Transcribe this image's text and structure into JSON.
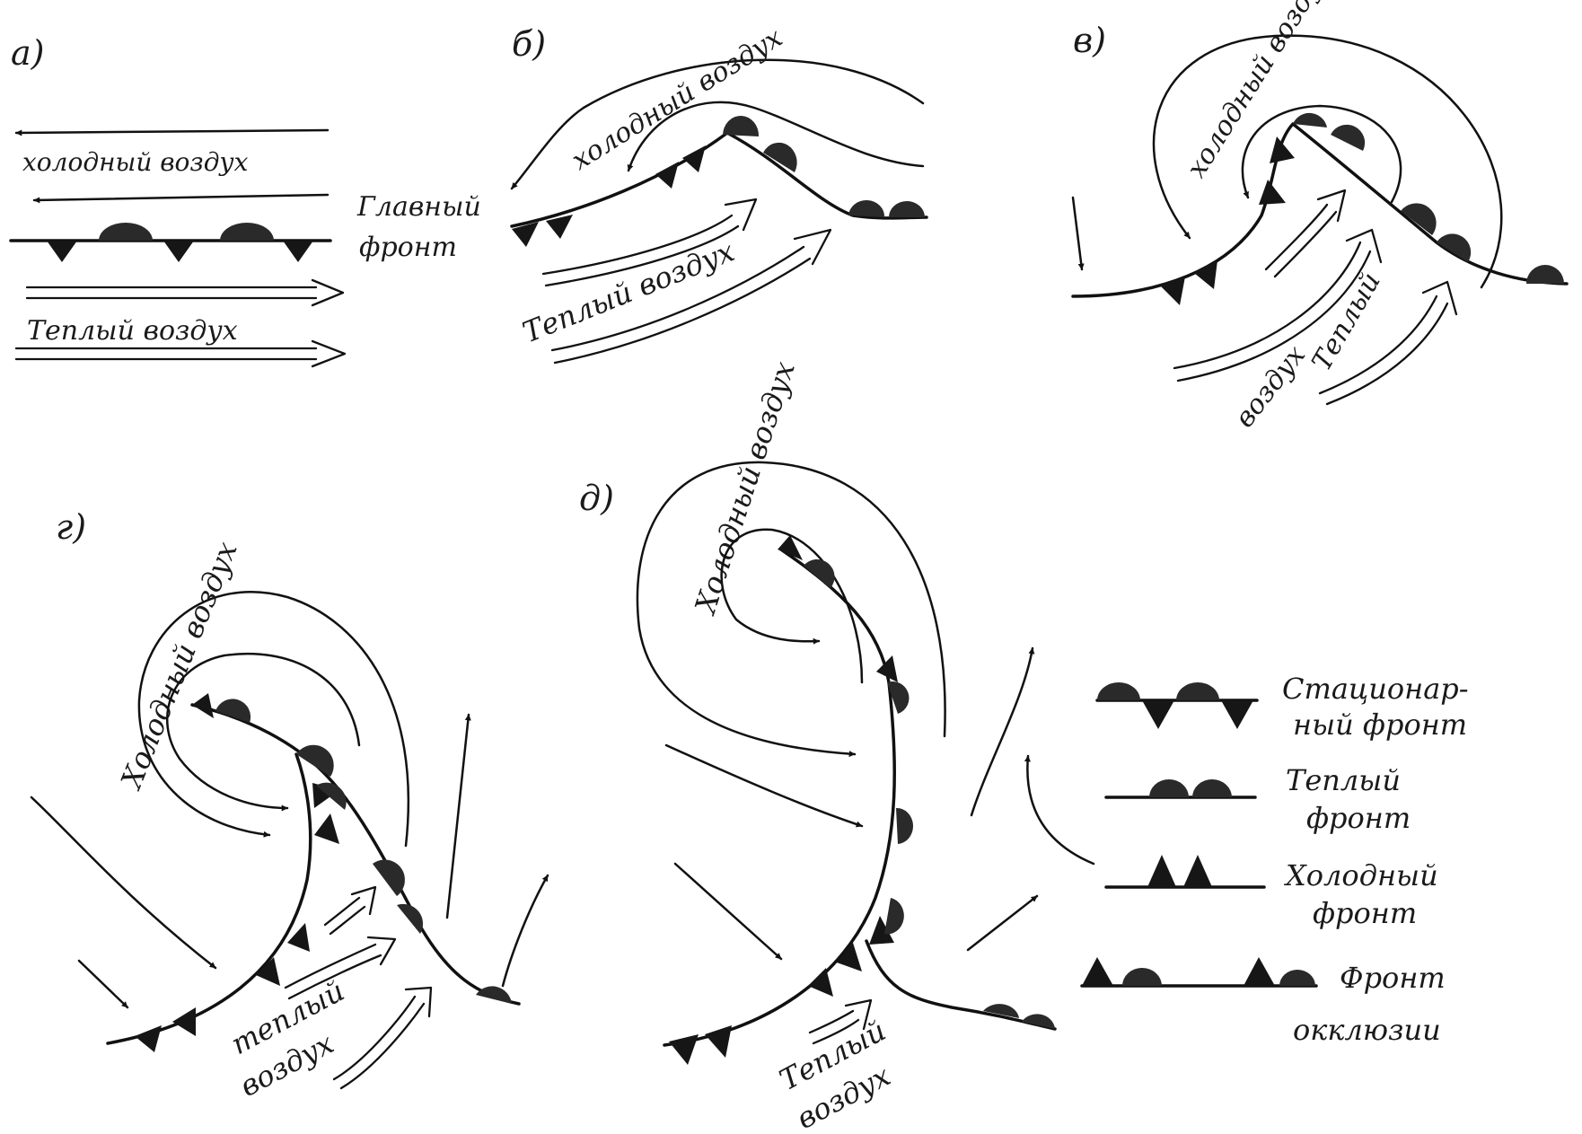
{
  "colors": {
    "ink": "#111111",
    "background": "#ffffff",
    "warm_marker": "#2a2a2a"
  },
  "panels": {
    "a": {
      "label": "а)",
      "cold_air": "холодный воздух",
      "front": [
        "Главный",
        "фронт"
      ],
      "warm_air": "Теплый воздух"
    },
    "b": {
      "label": "б)",
      "cold_air": "холодный воздух",
      "warm_air": "Теплый воздух"
    },
    "v": {
      "label": "в)",
      "cold_air": "холодный воздух",
      "warm_air": [
        "Теплый",
        "воздух"
      ]
    },
    "g": {
      "label": "г)",
      "cold_air": "Холодный воздух",
      "warm_air": [
        "теплый",
        "воздух"
      ]
    },
    "d": {
      "label": "д)",
      "cold_air": "Холодный воздух",
      "warm_air": [
        "Теплый",
        "воздух"
      ]
    }
  },
  "legend": {
    "stationary": [
      "Стационар-",
      "ный фронт"
    ],
    "warm": [
      "Теплый",
      "фронт"
    ],
    "cold": [
      "Холодный",
      "фронт"
    ],
    "occlusion": [
      "Фронт",
      "окклюзии"
    ]
  }
}
